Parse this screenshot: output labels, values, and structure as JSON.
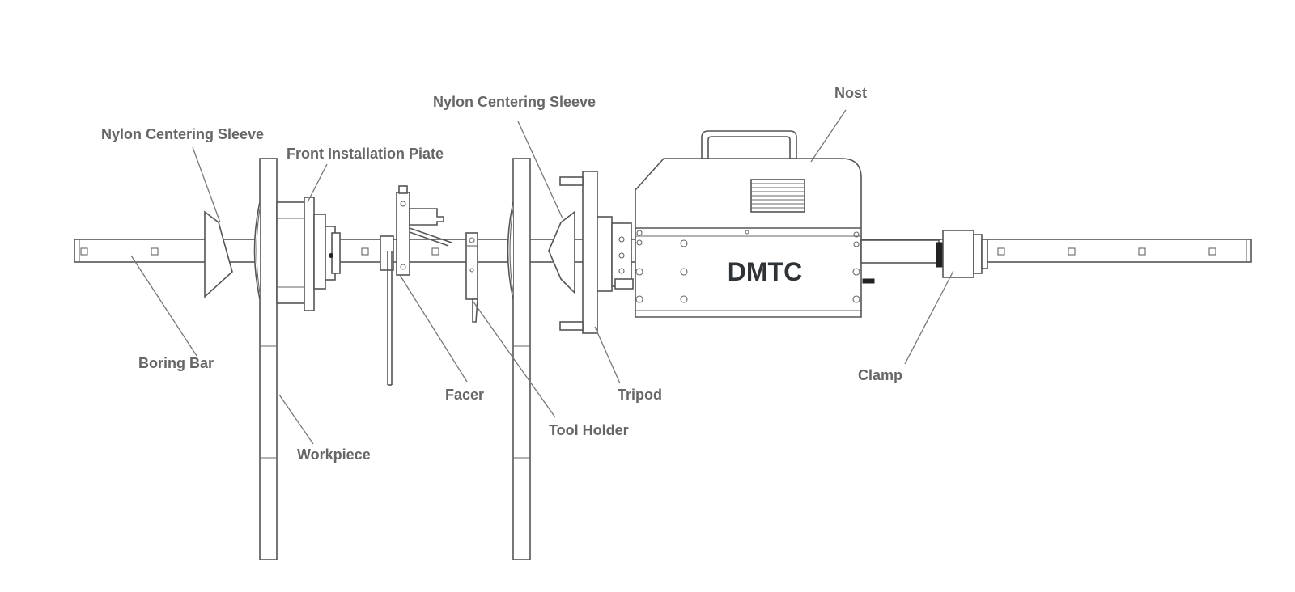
{
  "brand": "DMTC",
  "labels": {
    "nylon_sleeve_left": "Nylon Centering Sleeve",
    "front_plate": "Front Installation Piate",
    "nylon_sleeve_mid": "Nylon Centering Sleeve",
    "nost": "Nost",
    "boring_bar": "Boring Bar",
    "workpiece": "Workpiece",
    "facer": "Facer",
    "tool_holder": "Tool Holder",
    "tripod": "Tripod",
    "clamp": "Clamp"
  }
}
